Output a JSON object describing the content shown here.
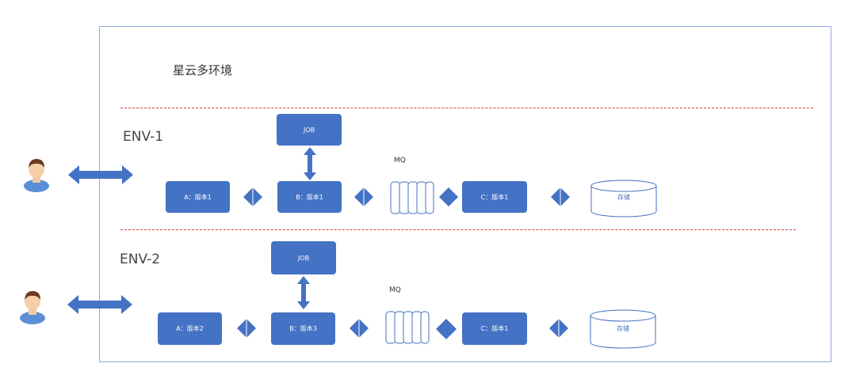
{
  "title": "星云多环境",
  "envs": [
    {
      "label": "ENV-1",
      "job": "JOB",
      "a": "A：版本1",
      "b": "B：版本1",
      "mq": "MQ",
      "c": "C：版本1",
      "storage": "存储"
    },
    {
      "label": "ENV-2",
      "job": "JOB",
      "a": "A：版本2",
      "b": "B：版本3",
      "mq": "MQ",
      "c": "C：版本1",
      "storage": "存储"
    }
  ],
  "colors": {
    "box": "#4472c4",
    "separator": "#e04040",
    "frame": "#8eaadb"
  },
  "icons": [
    "user-icon",
    "double-arrow-icon",
    "diamond-connector-icon",
    "queue-icon",
    "cylinder-icon"
  ]
}
